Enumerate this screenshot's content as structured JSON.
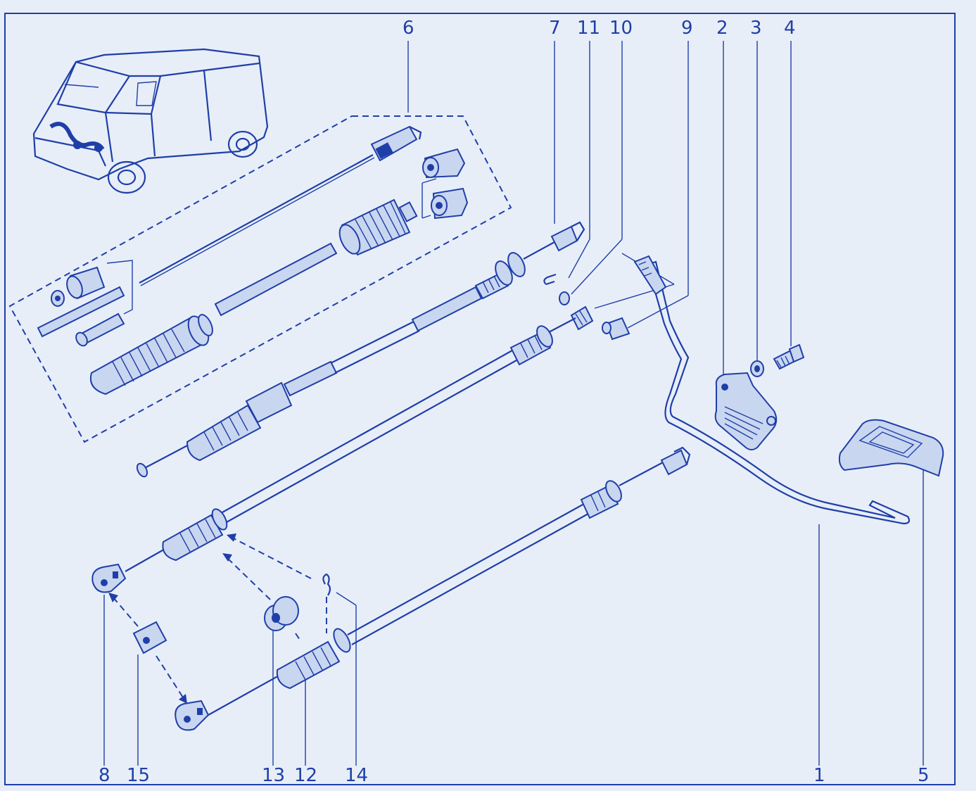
{
  "callouts_top": [
    "6",
    "7",
    "11",
    "10",
    "9",
    "2",
    "3",
    "4"
  ],
  "callouts_bottom": [
    "8",
    "15",
    "13",
    "12",
    "14",
    "1",
    "5"
  ],
  "colors": {
    "ink": "#1f3fa8",
    "background": "#e8eef8"
  },
  "parts": [
    "van-illustration",
    "cable-kit-assembly",
    "clutch-cable-upper",
    "clutch-cable-lower",
    "clutch-pedal-lever",
    "pedal-bracket",
    "pedal-pad",
    "washer",
    "bolt",
    "grommet",
    "clip",
    "end-fitting"
  ]
}
